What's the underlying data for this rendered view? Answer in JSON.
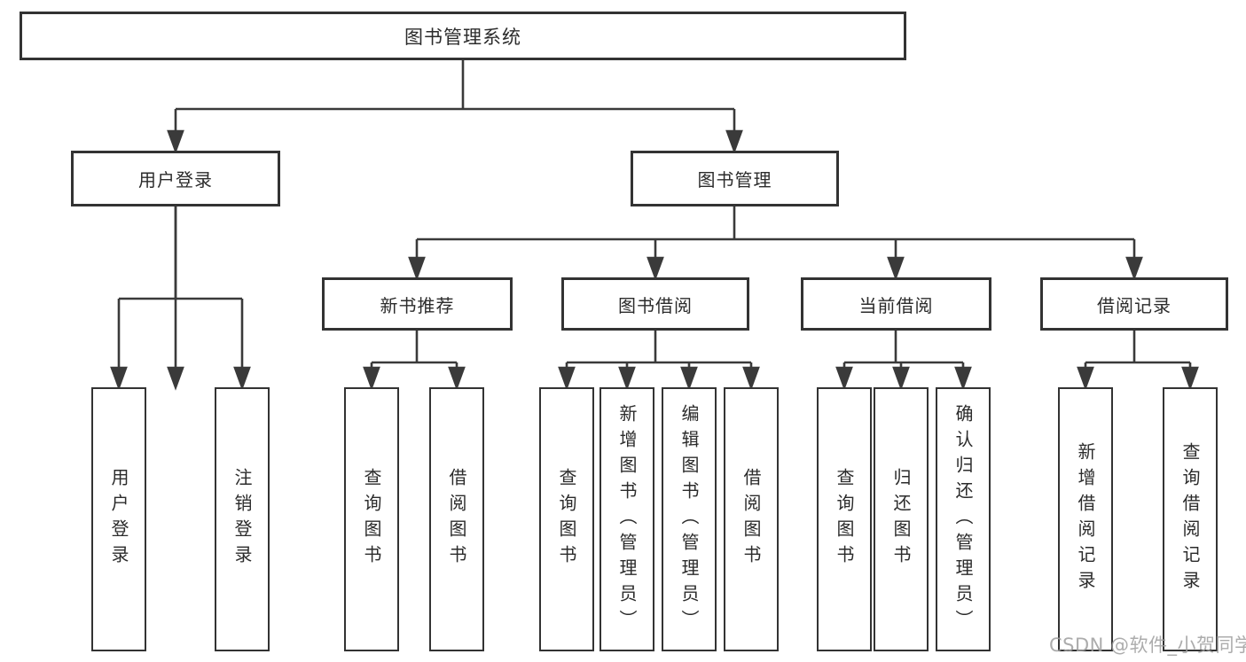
{
  "diagram": {
    "root": "图书管理系统",
    "level2": {
      "user_login": "用户登录",
      "book_mgmt": "图书管理"
    },
    "level3": {
      "new_books": "新书推荐",
      "book_borrow": "图书借阅",
      "current_borrow": "当前借阅",
      "borrow_records": "借阅记录"
    },
    "leaves": {
      "user_login": [
        "用户登录",
        "注销登录"
      ],
      "new_books": [
        "查询图书",
        "借阅图书"
      ],
      "book_borrow": [
        "查询图书",
        "新增图书（管理员）",
        "编辑图书（管理员）",
        "借阅图书"
      ],
      "current_borrow": [
        "查询图书",
        "归还图书",
        "确认归还（管理员）"
      ],
      "borrow_records": [
        "新增借阅记录",
        "查询借阅记录"
      ]
    }
  },
  "watermark": "CSDN @软件_小贺同学",
  "colors": {
    "line": "#3a3a3a",
    "box_border": "#333333",
    "box_fill": "#ffffff",
    "text": "#2b2b2b",
    "watermark": "#9e9e9e"
  }
}
